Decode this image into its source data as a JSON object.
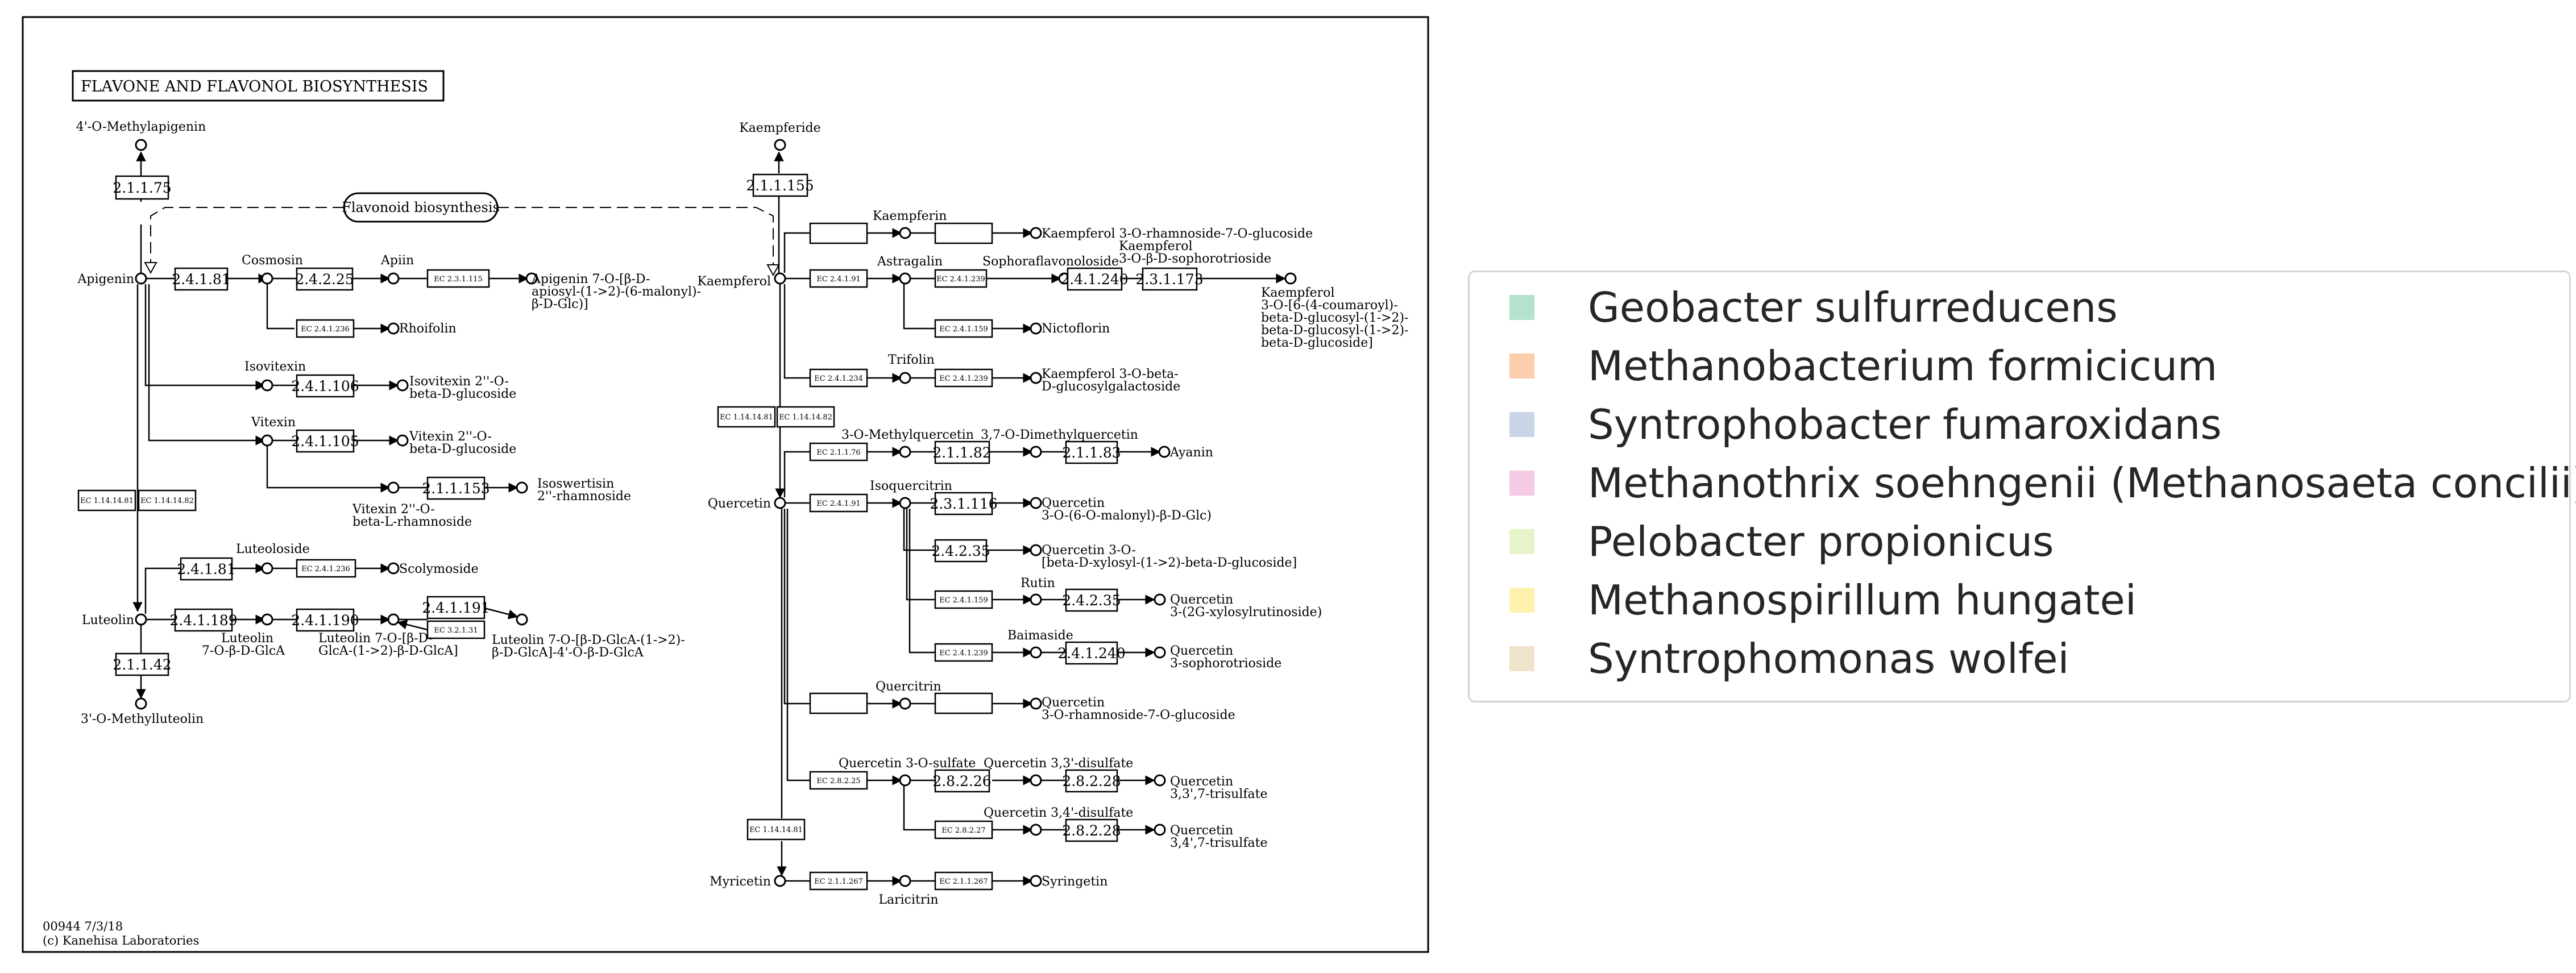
{
  "map": {
    "title": "FLAVONE AND FLAVONOL BIOSYNTHESIS",
    "flavonoid_link": "Flavonoid biosynthesis",
    "footer_id": "00944 7/3/18",
    "footer_copyright": "(c) Kanehisa Laboratories"
  },
  "compounds": {
    "methylapigenin": "4'-O-Methylapigenin",
    "apigenin": "Apigenin",
    "cosmosin": "Cosmosin",
    "apiin": "Apiin",
    "apigenin_malonyl_1": "Apigenin 7-O-[β-D-",
    "apigenin_malonyl_2": "apiosyl-(1->2)-(6-malonyl)-",
    "apigenin_malonyl_3": "β-D-Glc)]",
    "rhoifolin": "Rhoifolin",
    "isovitexin": "Isovitexin",
    "isovitexin_glc_1": "Isovitexin 2''-O-",
    "isovitexin_glc_2": "beta-D-glucoside",
    "vitexin": "Vitexin",
    "vitexin_glc_1": "Vitexin 2''-O-",
    "vitexin_glc_2": "beta-D-glucoside",
    "isoswertisin_1": "Isoswertisin",
    "isoswertisin_2": "2''-rhamnoside",
    "vitexin_rha_1": "Vitexin 2''-O-",
    "vitexin_rha_2": "beta-L-rhamnoside",
    "luteoloside": "Luteoloside",
    "scolymoside": "Scolymoside",
    "luteolin": "Luteolin",
    "luteolin_glca_1": "Luteolin",
    "luteolin_glca_2": "7-O-β-D-GlcA",
    "luteolin_diglca_1": "Luteolin 7-O-[β-D-",
    "luteolin_diglca_2": "GlcA-(1->2)-β-D-GlcA]",
    "luteolin_triglca_1": "Luteolin 7-O-[β-D-GlcA-(1->2)-",
    "luteolin_triglca_2": "β-D-GlcA]-4'-O-β-D-GlcA",
    "methylluteolin": "3'-O-Methylluteolin",
    "kaempferide": "Kaempferide",
    "kaempferol": "Kaempferol",
    "kaempferin": "Kaempferin",
    "kaempferol_rha_glc": "Kaempferol 3-O-rhamnoside-7-O-glucoside",
    "astragalin": "Astragalin",
    "sophoraflavonoloside": "Sophoraflavonoloside",
    "kaempferol_soph_1": "Kaempferol",
    "kaempferol_soph_2": "3-O-β-D-sophorotrioside",
    "kaempferol_coum_1": "Kaempferol",
    "kaempferol_coum_2": "3-O-[6-(4-coumaroyl)-",
    "kaempferol_coum_3": "beta-D-glucosyl-(1->2)-",
    "kaempferol_coum_4": "beta-D-glucosyl-(1->2)-",
    "kaempferol_coum_5": "beta-D-glucoside]",
    "nictoflorin": "Nictoflorin",
    "trifolin": "Trifolin",
    "kaempferol_gal_1": "Kaempferol 3-O-beta-",
    "kaempferol_gal_2": "D-glucosylgalactoside",
    "quercetin": "Quercetin",
    "methylquercetin": "3-O-Methylquercetin",
    "dimethylquercetin": "3,7-O-Dimethylquercetin",
    "ayanin": "Ayanin",
    "isoquercitrin": "Isoquercitrin",
    "quercetin_malonyl_1": "Quercetin",
    "quercetin_malonyl_2": "3-O-(6-O-malonyl)-β-D-Glc)",
    "quercetin_xyl_1": "Quercetin 3-O-",
    "quercetin_xyl_2": "[beta-D-xylosyl-(1->2)-beta-D-glucoside]",
    "rutin": "Rutin",
    "quercetin_xylrut_1": "Quercetin",
    "quercetin_xylrut_2": "3-(2G-xylosylrutinoside)",
    "baimaside": "Baimaside",
    "quercetin_soph_1": "Quercetin",
    "quercetin_soph_2": "3-sophorotrioside",
    "quercitrin": "Quercitrin",
    "quercetin_rha_glc_1": "Quercetin",
    "quercetin_rha_glc_2": "3-O-rhamnoside-7-O-glucoside",
    "quercetin_sulfate": "Quercetin 3-O-sulfate",
    "quercetin_33_disulfate": "Quercetin 3,3'-disulfate",
    "quercetin_trisulfate_a_1": "Quercetin",
    "quercetin_trisulfate_a_2": "3,3',7-trisulfate",
    "quercetin_34_disulfate": "Quercetin 3,4'-disulfate",
    "quercetin_trisulfate_b_1": "Quercetin",
    "quercetin_trisulfate_b_2": "3,4',7-trisulfate",
    "myricetin": "Myricetin",
    "laricitrin": "Laricitrin",
    "syringetin": "Syringetin"
  },
  "enzymes": {
    "e_2_1_1_75": "2.1.1.75",
    "e_2_4_1_81_a": "2.4.1.81",
    "e_2_4_2_25_a": "2.4.2.25",
    "e_ec_2_3_1_115": "EC 2.3.1.115",
    "e_ec_2_4_1_236_a": "EC 2.4.1.236",
    "e_2_4_1_106": "2.4.1.106",
    "e_2_4_1_105": "2.4.1.105",
    "e_2_1_1_153": "2.1.1.153",
    "e_ec_1_14_14_81_a": "EC 1.14.14.81",
    "e_ec_1_14_14_82_a": "EC 1.14.14.82",
    "e_2_4_1_81_b": "2.4.1.81",
    "e_ec_2_4_1_236_b": "EC 2.4.1.236",
    "e_2_4_1_189": "2.4.1.189",
    "e_2_4_1_190": "2.4.1.190",
    "e_2_4_1_191": "2.4.1.191",
    "e_ec_3_2_1_31": "EC 3.2.1.31",
    "e_2_1_1_42": "2.1.1.42",
    "e_2_1_1_155": "2.1.1.155",
    "e_ec_2_4_1_91_a": "EC 2.4.1.91",
    "e_ec_2_4_1_239_a": "EC 2.4.1.239",
    "e_2_4_1_240_a": "2.4.1.240",
    "e_2_3_1_173": "2.3.1.173",
    "e_ec_2_4_1_159_a": "EC 2.4.1.159",
    "e_ec_2_4_1_234": "EC 2.4.1.234",
    "e_ec_2_4_1_239_b": "EC 2.4.1.239",
    "e_ec_1_14_14_81_b": "EC 1.14.14.81",
    "e_ec_1_14_14_82_b": "EC 1.14.14.82",
    "e_ec_2_1_1_76": "EC 2.1.1.76",
    "e_2_1_1_82": "2.1.1.82",
    "e_2_1_1_83": "2.1.1.83",
    "e_ec_2_4_1_91_b": "EC 2.4.1.91",
    "e_2_3_1_116": "2.3.1.116",
    "e_2_4_2_35_a": "2.4.2.35",
    "e_ec_2_4_1_159_b": "EC 2.4.1.159",
    "e_2_4_2_35_b": "2.4.2.35",
    "e_ec_2_4_1_239_c": "EC 2.4.1.239",
    "e_2_4_1_240_b": "2.4.1.240",
    "e_ec_2_8_2_25": "EC 2.8.2.25",
    "e_2_8_2_26": "2.8.2.26",
    "e_2_8_2_28_a": "2.8.2.28",
    "e_ec_2_8_2_27": "EC 2.8.2.27",
    "e_2_8_2_28_b": "2.8.2.28",
    "e_ec_1_14_14_81_c": "EC 1.14.14.81",
    "e_ec_2_1_1_267_a": "EC 2.1.1.267",
    "e_ec_2_1_1_267_b": "EC 2.1.1.267"
  },
  "legend": {
    "items": [
      {
        "label": "Geobacter sulfurreducens",
        "color": "#b3e2cd"
      },
      {
        "label": "Methanobacterium formicicum",
        "color": "#fdcdac"
      },
      {
        "label": "Syntrophobacter fumaroxidans",
        "color": "#cbd5e8"
      },
      {
        "label": "Methanothrix soehngenii (Methanosaeta concilii)",
        "color": "#f4cae4"
      },
      {
        "label": "Pelobacter propionicus",
        "color": "#e6f5c9"
      },
      {
        "label": "Methanospirillum hungatei",
        "color": "#fff2ae"
      },
      {
        "label": "Syntrophomonas wolfei",
        "color": "#f1e2cc"
      }
    ]
  }
}
